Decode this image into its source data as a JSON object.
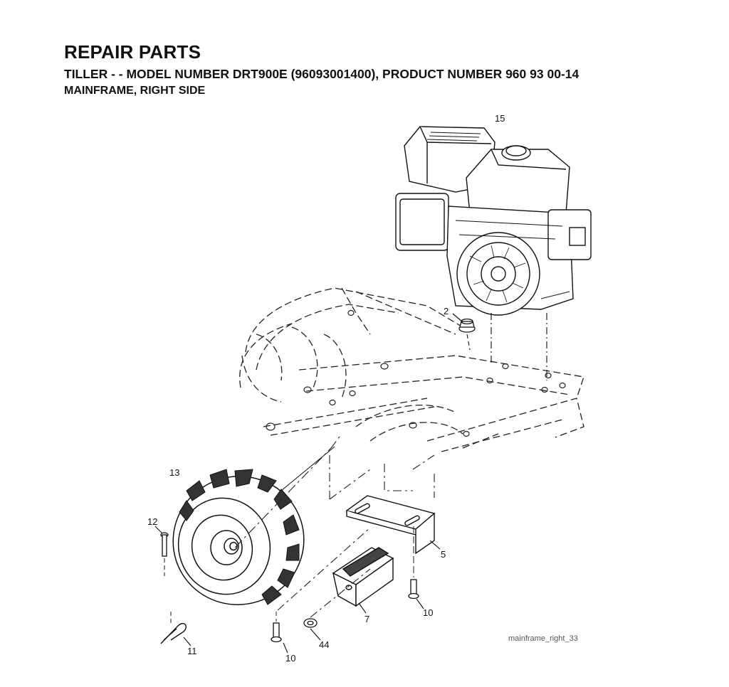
{
  "header": {
    "title": "REPAIR PARTS",
    "subtitle": "TILLER - - MODEL NUMBER DRT900E (96093001400), PRODUCT NUMBER 960 93 00-14",
    "section": "MAINFRAME, RIGHT SIDE"
  },
  "callouts": {
    "engine": "15",
    "nut": "2",
    "wheel": "13",
    "pin": "12",
    "bracket": "5",
    "weight": "7",
    "bolt_right": "10",
    "bolt_left": "10",
    "washer": "44",
    "clip": "11"
  },
  "figure_name": "mainframe_right_33"
}
